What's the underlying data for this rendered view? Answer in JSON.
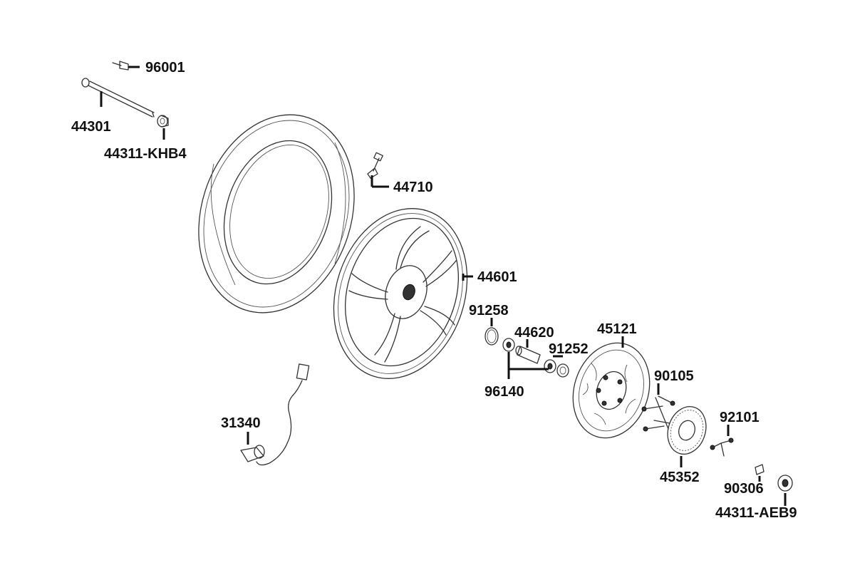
{
  "diagram": {
    "labels": {
      "p96001": "96001",
      "p44301": "44301",
      "p44311_khb4": "44311-KHB4",
      "p44710": "44710",
      "p44601": "44601",
      "p91258": "91258",
      "p44620": "44620",
      "p91252": "91252",
      "p96140": "96140",
      "p45121": "45121",
      "p90105": "90105",
      "p31340": "31340",
      "p92101": "92101",
      "p45352": "45352",
      "p90306": "90306",
      "p44311_aeb9": "44311-AEB9"
    }
  }
}
